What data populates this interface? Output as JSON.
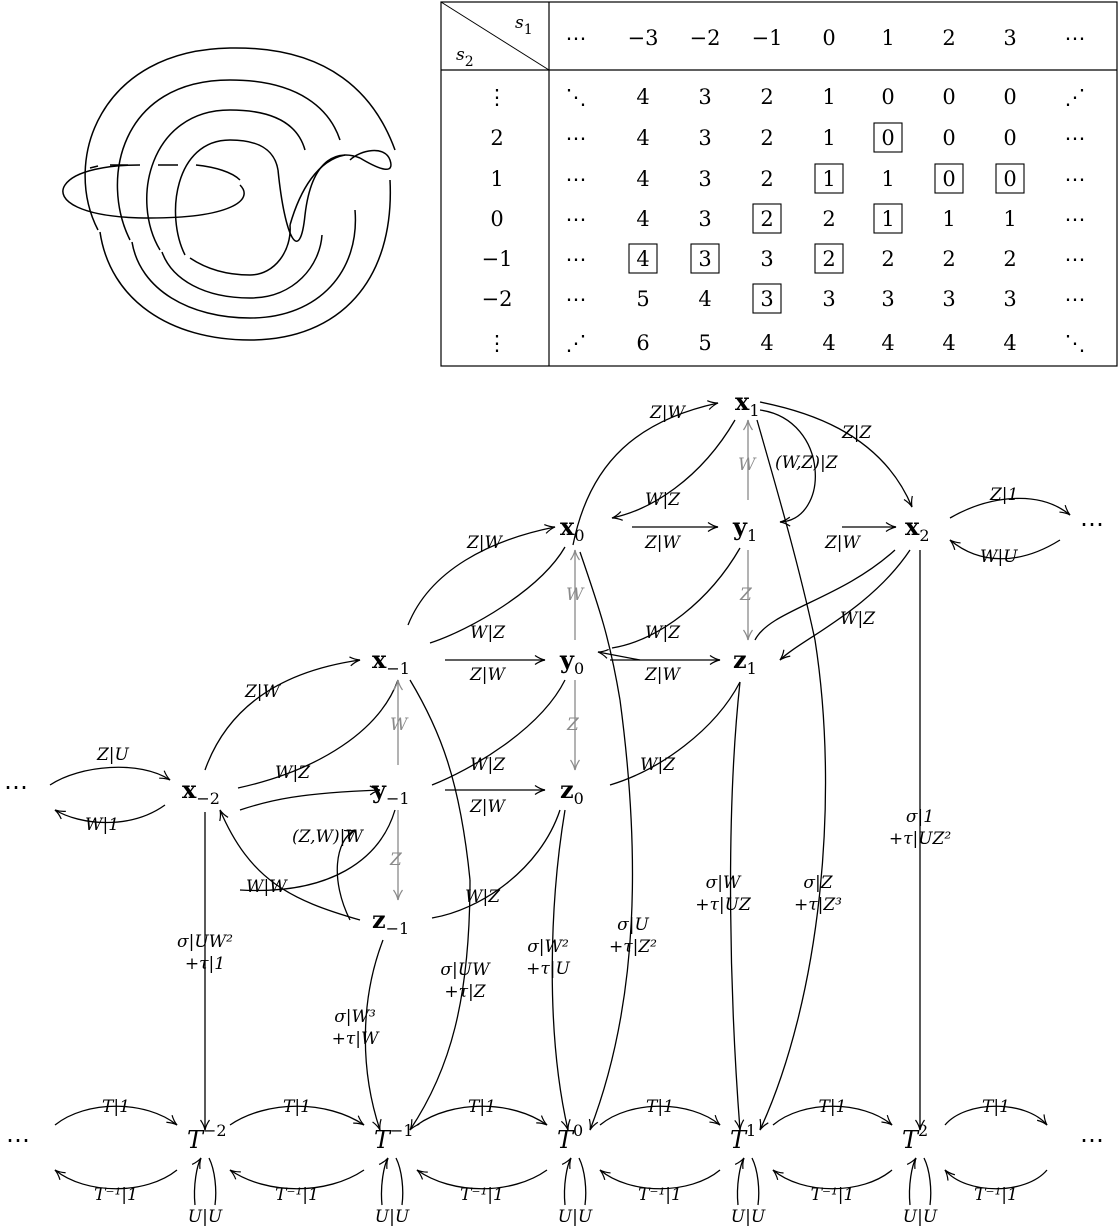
{
  "table": {
    "corner_top": "s",
    "corner_top_sub": "1",
    "corner_bottom": "s",
    "corner_bottom_sub": "2",
    "col_headers": [
      "⋯",
      "−3",
      "−2",
      "−1",
      "0",
      "1",
      "2",
      "3",
      "⋯"
    ],
    "row_headers": [
      "⋮",
      "2",
      "1",
      "0",
      "−1",
      "−2",
      "⋮"
    ],
    "rows": [
      [
        "⋱",
        "4",
        "3",
        "2",
        "1",
        "0",
        "0",
        "0",
        "⋰"
      ],
      [
        "⋯",
        "4",
        "3",
        "2",
        "1",
        "0",
        "0",
        "0",
        "⋯"
      ],
      [
        "⋯",
        "4",
        "3",
        "2",
        "1",
        "1",
        "0",
        "0",
        "⋯"
      ],
      [
        "⋯",
        "4",
        "3",
        "2",
        "2",
        "1",
        "1",
        "1",
        "⋯"
      ],
      [
        "⋯",
        "4",
        "3",
        "3",
        "2",
        "2",
        "2",
        "2",
        "⋯"
      ],
      [
        "⋯",
        "5",
        "4",
        "3",
        "3",
        "3",
        "3",
        "3",
        "⋯"
      ],
      [
        "⋰",
        "6",
        "5",
        "4",
        "4",
        "4",
        "4",
        "4",
        "⋱"
      ]
    ],
    "boxed": [
      [
        1,
        5
      ],
      [
        2,
        4
      ],
      [
        2,
        6
      ],
      [
        2,
        7
      ],
      [
        3,
        3
      ],
      [
        3,
        5
      ],
      [
        4,
        1
      ],
      [
        4,
        2
      ],
      [
        4,
        4
      ],
      [
        5,
        3
      ]
    ]
  },
  "nodes": {
    "x1": {
      "base": "x",
      "sub": "1"
    },
    "x0": {
      "base": "x",
      "sub": "0"
    },
    "y1": {
      "base": "y",
      "sub": "1"
    },
    "x2": {
      "base": "x",
      "sub": "2"
    },
    "xm1": {
      "base": "x",
      "sub": "−1"
    },
    "y0": {
      "base": "y",
      "sub": "0"
    },
    "z1": {
      "base": "z",
      "sub": "1"
    },
    "xm2": {
      "base": "x",
      "sub": "−2"
    },
    "ym1": {
      "base": "y",
      "sub": "−1"
    },
    "z0": {
      "base": "z",
      "sub": "0"
    },
    "zm1": {
      "base": "z",
      "sub": "−1"
    },
    "dots_left": "⋯",
    "dots_right": "⋯",
    "T": {
      "base": "T",
      "sups": [
        "−2",
        "−1",
        "0",
        "1",
        "2"
      ]
    },
    "t_dots_left": "⋯",
    "t_dots_right": "⋯"
  },
  "labels": {
    "ZW": "Z|W",
    "WZ": "W|Z",
    "ZZ": "Z|Z",
    "WZZ": "(W,Z)|Z",
    "ZWW": "(Z,W)|W",
    "Z1": "Z|1",
    "WU": "W|U",
    "ZU": "Z|U",
    "W1": "W|1",
    "WW": "W|W",
    "W": "W",
    "Z": "Z",
    "T1": "T|1",
    "Tinv1": "T⁻¹|1",
    "UU": "U|U",
    "sig_x2": [
      "σ|1",
      "+τ|UZ²"
    ],
    "sig_xm2": [
      "σ|UW²",
      "+τ|1"
    ],
    "sig_zm1_a": [
      "σ|W³",
      "+τ|W"
    ],
    "sig_ym1": [
      "σ|UW",
      "+τ|Z"
    ],
    "sig_z0": [
      "σ|W²",
      "+τ|U"
    ],
    "sig_y0": [
      "σ|U",
      "+τ|Z²"
    ],
    "sig_z1": [
      "σ|W",
      "+τ|UZ"
    ],
    "sig_y1": [
      "σ|Z",
      "+τ|Z³"
    ]
  }
}
